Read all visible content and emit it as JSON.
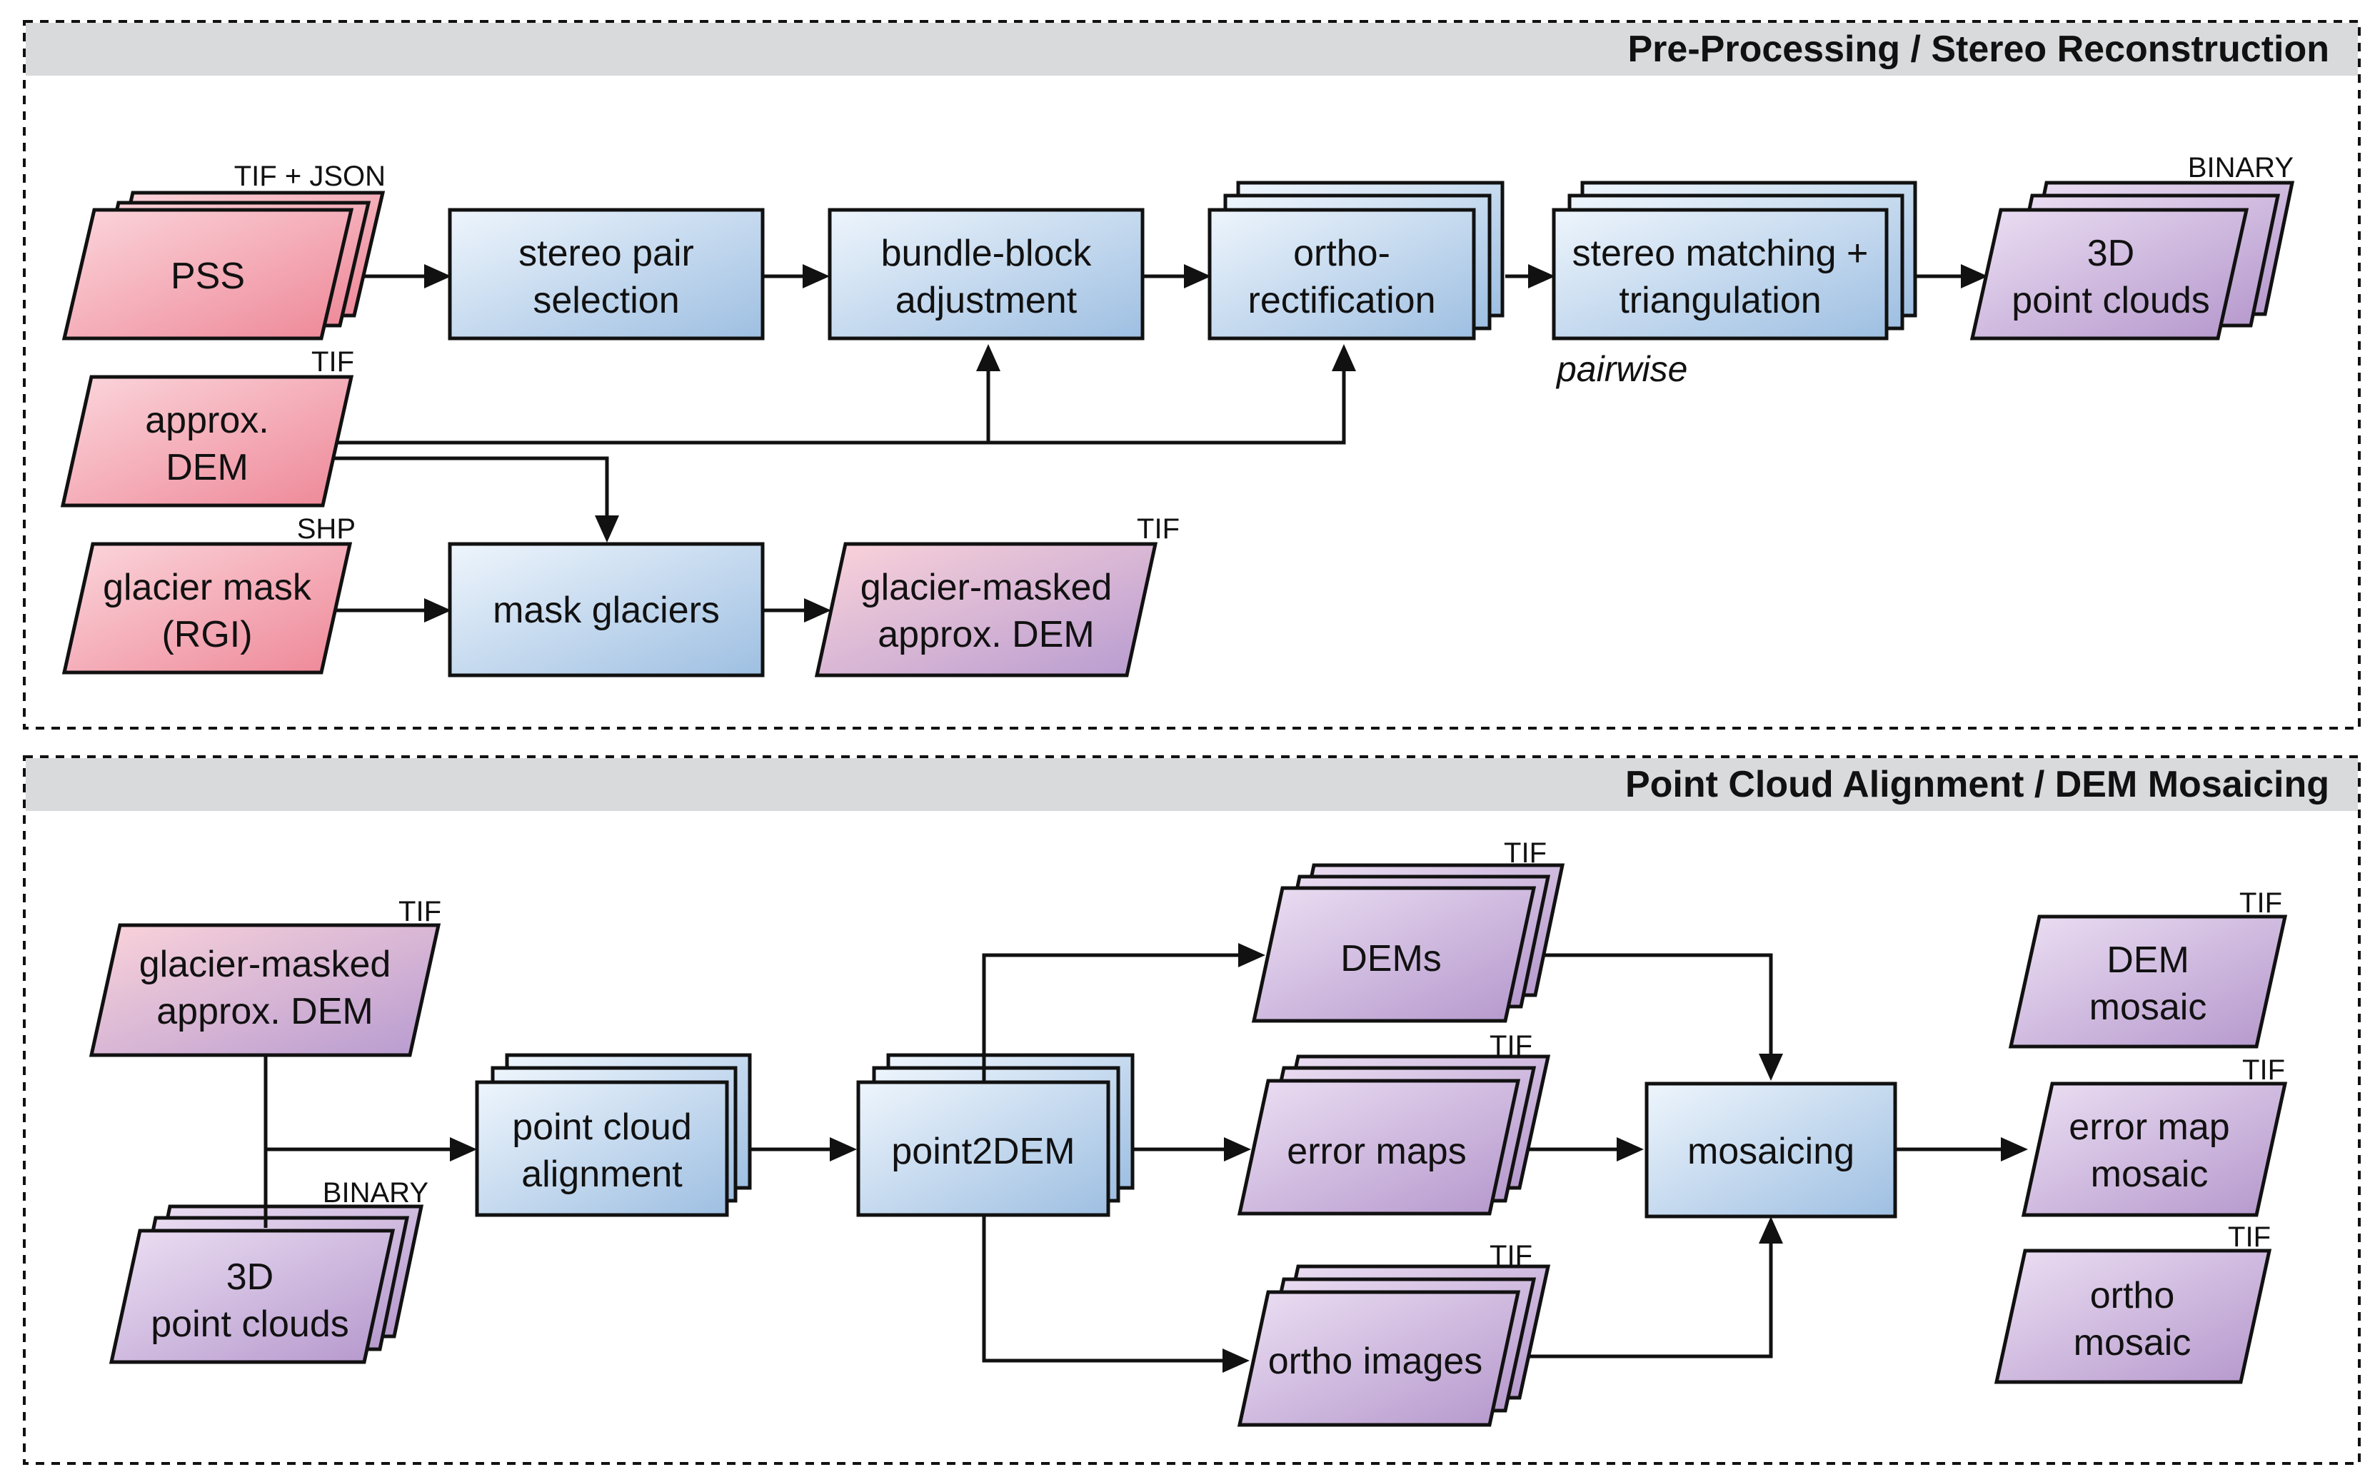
{
  "sections": {
    "preprocessing_title": "Pre-Processing / Stereo Reconstruction",
    "alignment_title": "Point Cloud Alignment / DEM Mosaicing"
  },
  "top": {
    "pss": {
      "line1": "PSS",
      "tag": "TIF + JSON"
    },
    "stereo_pair": {
      "line1": "stereo pair",
      "line2": "selection"
    },
    "bundle_block": {
      "line1": "bundle-block",
      "line2": "adjustment"
    },
    "ortho_rect": {
      "line1": "ortho-",
      "line2": "rectification"
    },
    "stereo_matching": {
      "line1": "stereo matching +",
      "line2": "triangulation",
      "note": "pairwise"
    },
    "point_clouds": {
      "line1": "3D",
      "line2": "point clouds",
      "tag": "BINARY"
    },
    "approx_dem": {
      "line1": "approx.",
      "line2": "DEM",
      "tag": "TIF"
    },
    "glacier_mask": {
      "line1": "glacier mask",
      "line2": "(RGI)",
      "tag": "SHP"
    },
    "mask_glaciers": {
      "line1": "mask glaciers"
    },
    "masked_dem": {
      "line1": "glacier-masked",
      "line2": "approx. DEM",
      "tag": "TIF"
    }
  },
  "bottom": {
    "masked_dem": {
      "line1": "glacier-masked",
      "line2": "approx. DEM",
      "tag": "TIF"
    },
    "point_clouds": {
      "line1": "3D",
      "line2": "point clouds",
      "tag": "BINARY"
    },
    "alignment": {
      "line1": "point cloud",
      "line2": "alignment"
    },
    "point2dem": {
      "line1": "point2DEM"
    },
    "dems": {
      "line1": "DEMs",
      "tag": "TIF"
    },
    "error_maps": {
      "line1": "error maps",
      "tag": "TIF"
    },
    "ortho_images": {
      "line1": "ortho images",
      "tag": "TIF"
    },
    "mosaicing": {
      "line1": "mosaicing"
    },
    "dem_mosaic": {
      "line1": "DEM",
      "line2": "mosaic",
      "tag": "TIF"
    },
    "error_mosaic": {
      "line1": "error map",
      "line2": "mosaic",
      "tag": "TIF"
    },
    "ortho_mosaic": {
      "line1": "ortho",
      "line2": "mosaic",
      "tag": "TIF"
    }
  },
  "colors": {
    "input_pink": "#f2a0aa",
    "process_blue": "#a9c7e6",
    "output_purple": "#c3a9d6",
    "header_gray": "#d9dadc"
  }
}
